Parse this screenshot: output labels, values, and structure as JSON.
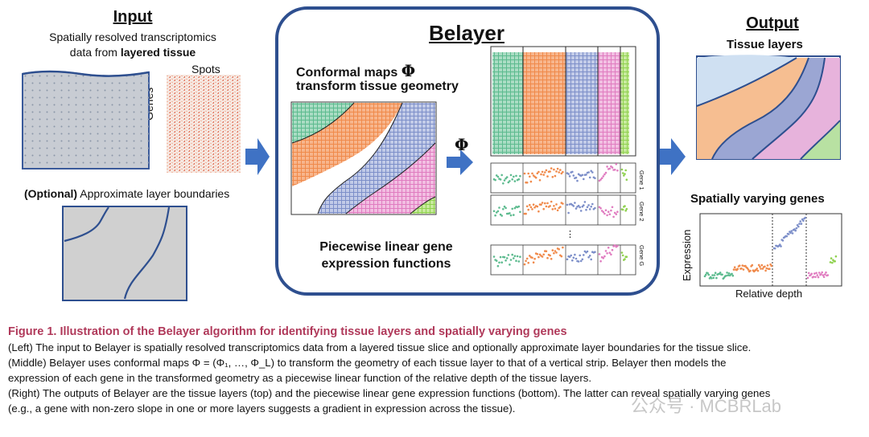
{
  "input": {
    "title": "Input",
    "desc_line1": "Spatially resolved transcriptomics",
    "desc_line2_prefix": "data from ",
    "desc_line2_bold": "layered tissue",
    "spots_label": "Spots",
    "genes_label": "Genes",
    "optional_bold": "(Optional)",
    "optional_rest": " Approximate layer boundaries"
  },
  "belayer": {
    "title": "Belayer",
    "conformal_line1": "Conformal maps",
    "conformal_symbol": "Φ",
    "conformal_line2": "transform tissue geometry",
    "phi_arrow_label": "Φ",
    "piecewise_line1": "Piecewise linear gene",
    "piecewise_line2": "expression functions",
    "gene_labels": [
      "Gene 1",
      "Gene 2",
      "Gene G"
    ],
    "ellipsis": "⋮"
  },
  "output": {
    "title": "Output",
    "tissue_layers": "Tissue layers",
    "svg_title": "Spatially varying genes",
    "ylabel": "Expression",
    "xlabel": "Relative depth"
  },
  "caption": {
    "heading": "Figure 1. Illustration of the Belayer algorithm for identifying tissue layers and spatially varying genes",
    "line1": "(Left) The input to Belayer is spatially resolved transcriptomics data from a layered tissue slice and optionally approximate layer boundaries for the tissue slice.",
    "line2": "(Middle) Belayer uses conformal maps Φ = (Φ₁, …, Φ_L) to transform the geometry of each tissue layer to that of a vertical strip. Belayer then models the",
    "line3": "expression of each gene in the transformed geometry as a piecewise linear function of the relative depth of the tissue layers.",
    "line4": "(Right) The outputs of Belayer are the tissue layers (top) and the piecewise linear gene expression functions (bottom). The latter can reveal spatially varying genes",
    "line5": "(e.g., a gene with non-zero slope in one or more layers suggests a gradient in expression across the tissue)."
  },
  "watermark": "公众号 · MCBRLab",
  "colors": {
    "green": "#5dbb8f",
    "orange": "#f08a4b",
    "blue": "#7d8fc9",
    "pink": "#e07cc0",
    "lime": "#8fd14f",
    "frame": "#2e4f8f",
    "arrow": "#3f72c4",
    "caption_head": "#b0395a"
  }
}
